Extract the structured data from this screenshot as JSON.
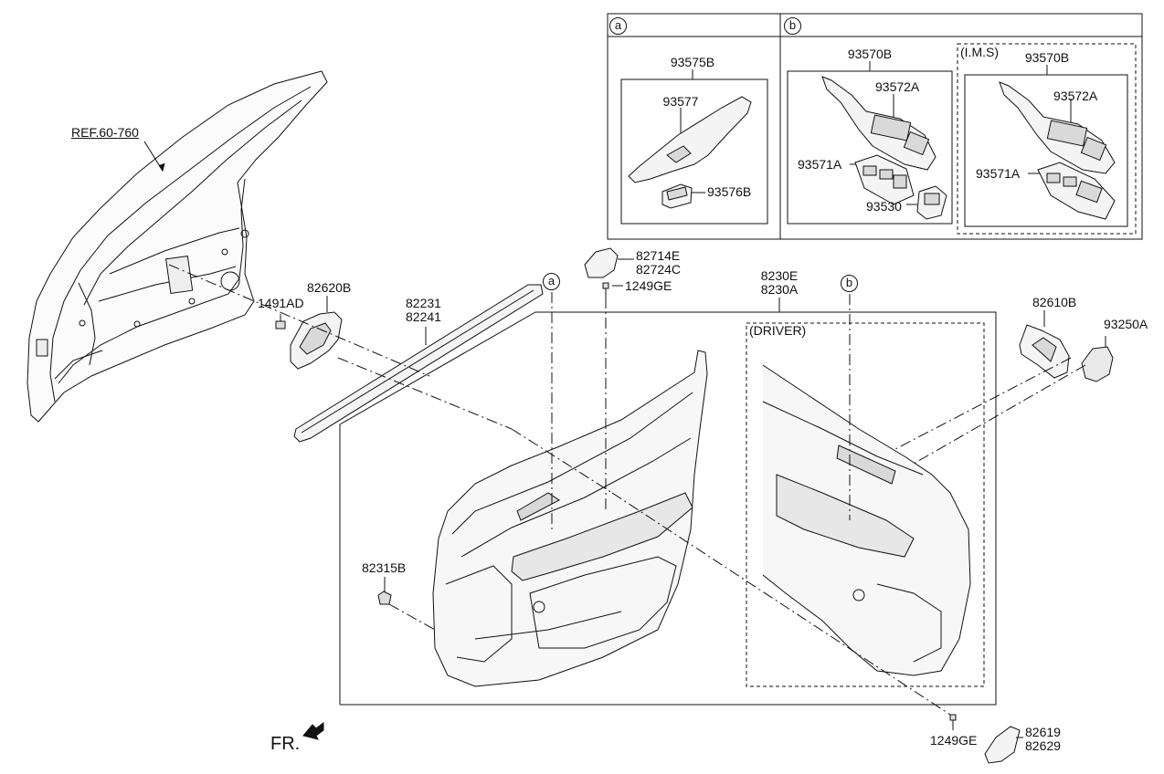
{
  "inset_a": {
    "callout": "a",
    "group_label": "93575B",
    "parts": [
      "93577",
      "93576B"
    ]
  },
  "inset_b": {
    "callout": "b",
    "standard": {
      "group_label": "93570B",
      "parts": [
        "93572A",
        "93571A",
        "93530"
      ]
    },
    "ims": {
      "title": "(I.M.S)",
      "group_label": "93570B",
      "parts": [
        "93572A",
        "93571A"
      ]
    }
  },
  "main": {
    "ref_label": "REF.60-760",
    "driver_label": "(DRIVER)",
    "callout_a": "a",
    "callout_b": "b",
    "parts": {
      "p_1491AD": "1491AD",
      "p_82620B": "82620B",
      "p_82231": "82231",
      "p_82241": "82241",
      "p_82714E": "82714E",
      "p_82724C": "82724C",
      "p_1249GE_top": "1249GE",
      "p_8230E": "8230E",
      "p_8230A": "8230A",
      "p_82610B": "82610B",
      "p_93250A": "93250A",
      "p_82315B": "82315B",
      "p_1249GE_bottom": "1249GE",
      "p_82619": "82619",
      "p_82629": "82629"
    },
    "front_indicator": "FR."
  },
  "colors": {
    "line": "#111111",
    "part_fill": "#f4f4f4",
    "part_shade": "#d9d9d9",
    "background": "#ffffff"
  }
}
